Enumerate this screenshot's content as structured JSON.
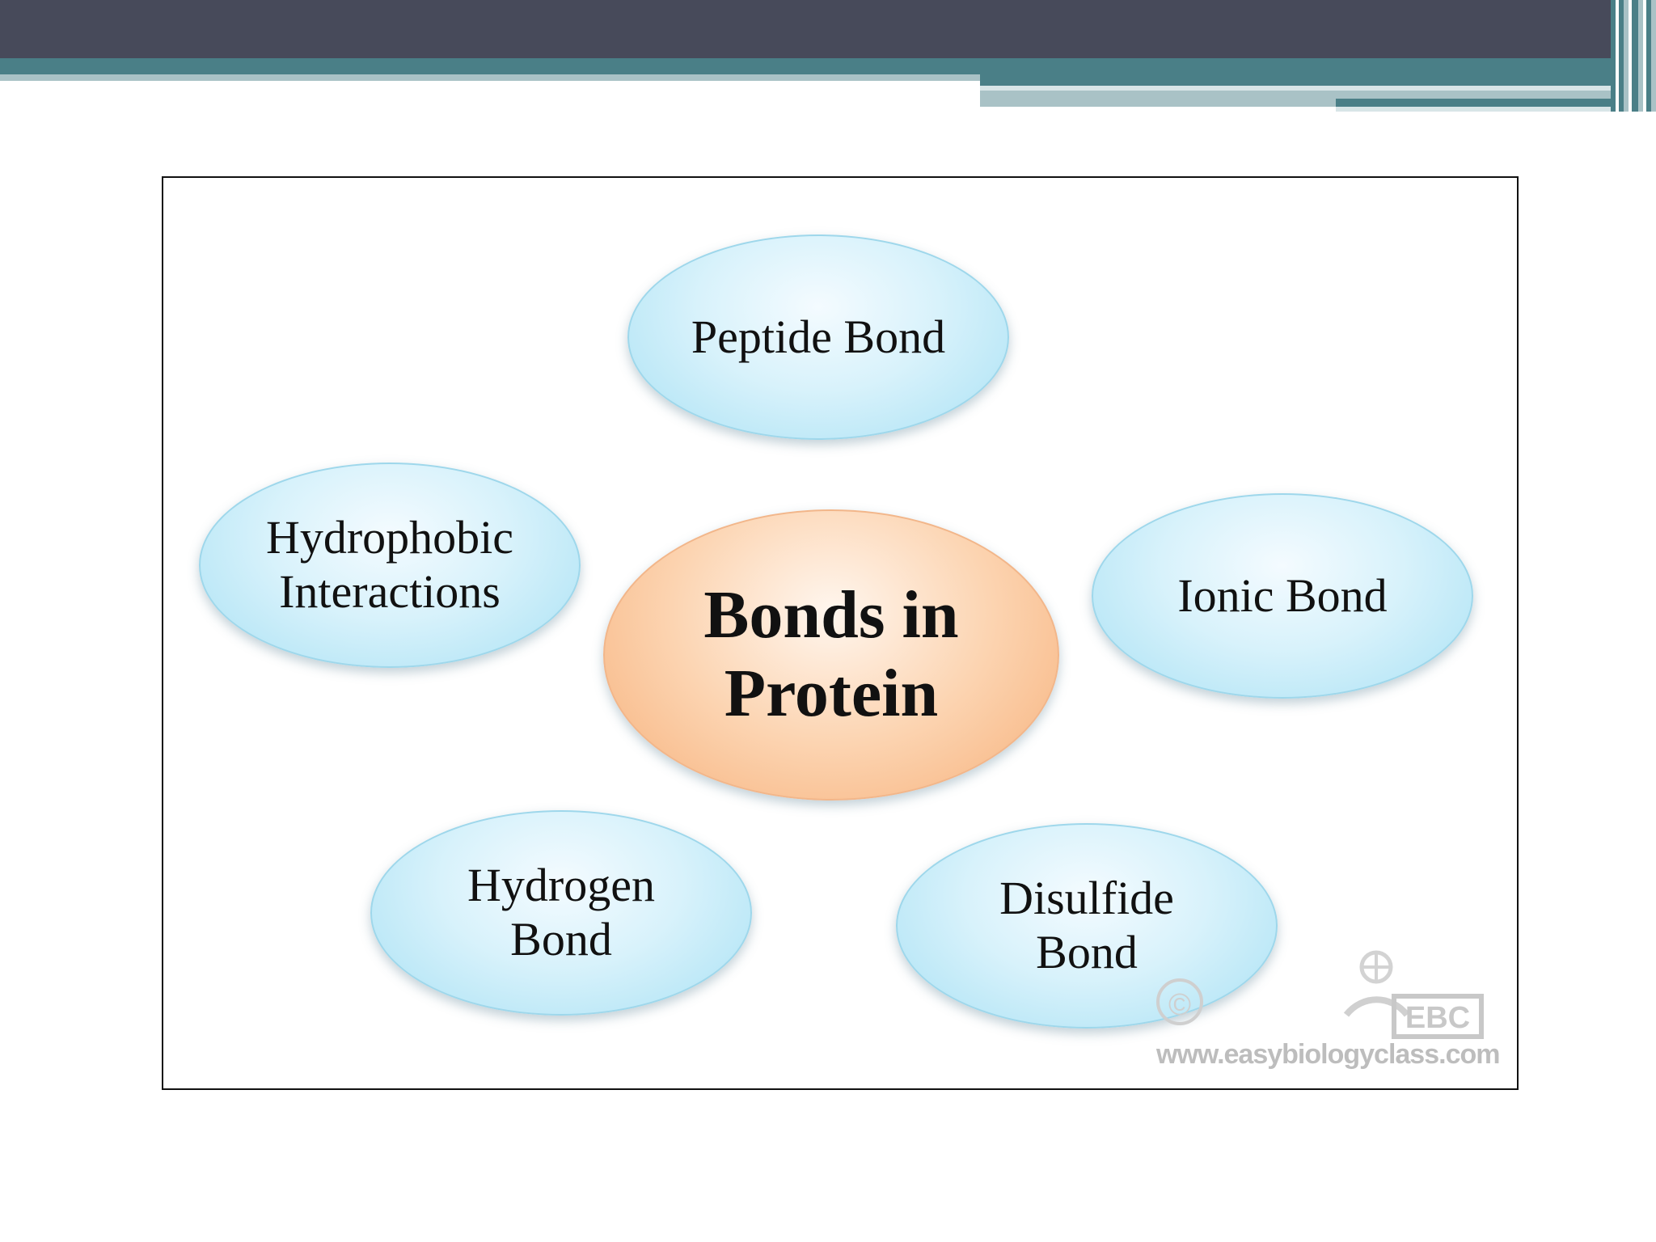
{
  "diagram": {
    "center": "Bonds in Protein",
    "nodes": {
      "peptide": "Peptide Bond",
      "hydrophobic_line1": "Hydrophobic",
      "hydrophobic_line2": "Interactions",
      "ionic": "Ionic Bond",
      "hydrogen_line1": "Hydrogen",
      "hydrogen_line2": "Bond",
      "disulfide_line1": "Disulfide",
      "disulfide_line2": "Bond"
    }
  },
  "watermark": {
    "logo_text": "EBC",
    "copyright": "©",
    "url": "www.easybiologyclass.com"
  },
  "colors": {
    "header_dark": "#474a5a",
    "header_teal": "#4a7f87",
    "header_light": "#a9c2c6",
    "node_blue": "#a9e1f4",
    "node_orange": "#f6b07a"
  }
}
